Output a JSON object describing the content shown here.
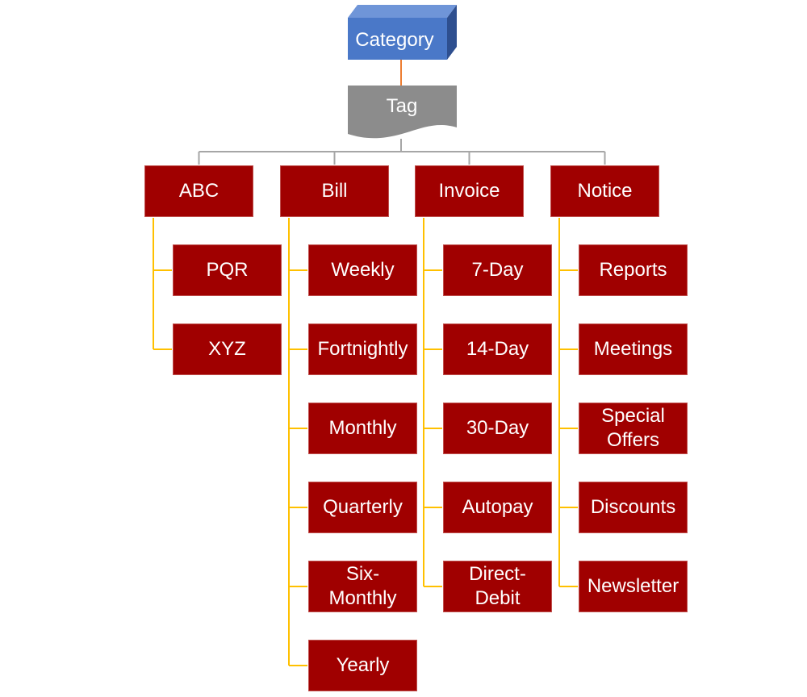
{
  "colors": {
    "box_fill": "#a00000",
    "category_fill": "#4a78c8",
    "category_side": "#2e4f8f",
    "tag_fill": "#8c8c8c",
    "root_connector": "#ed7d31",
    "group_connector": "#a6a6a6",
    "child_connector": "#ffc000",
    "text": "#ffffff"
  },
  "diagram": {
    "category": "Category",
    "tag": "Tag",
    "groups": [
      {
        "label": "ABC",
        "children": [
          "PQR",
          "XYZ"
        ]
      },
      {
        "label": "Bill",
        "children": [
          "Weekly",
          "Fortnightly",
          "Monthly",
          "Quarterly",
          "Six-\nMonthly",
          "Yearly"
        ]
      },
      {
        "label": "Invoice",
        "children": [
          "7-Day",
          "14-Day",
          "30-Day",
          "Autopay",
          "Direct-\nDebit"
        ]
      },
      {
        "label": "Notice",
        "children": [
          "Reports",
          "Meetings",
          "Special\nOffers",
          "Discounts",
          "Newsletter"
        ]
      }
    ]
  }
}
